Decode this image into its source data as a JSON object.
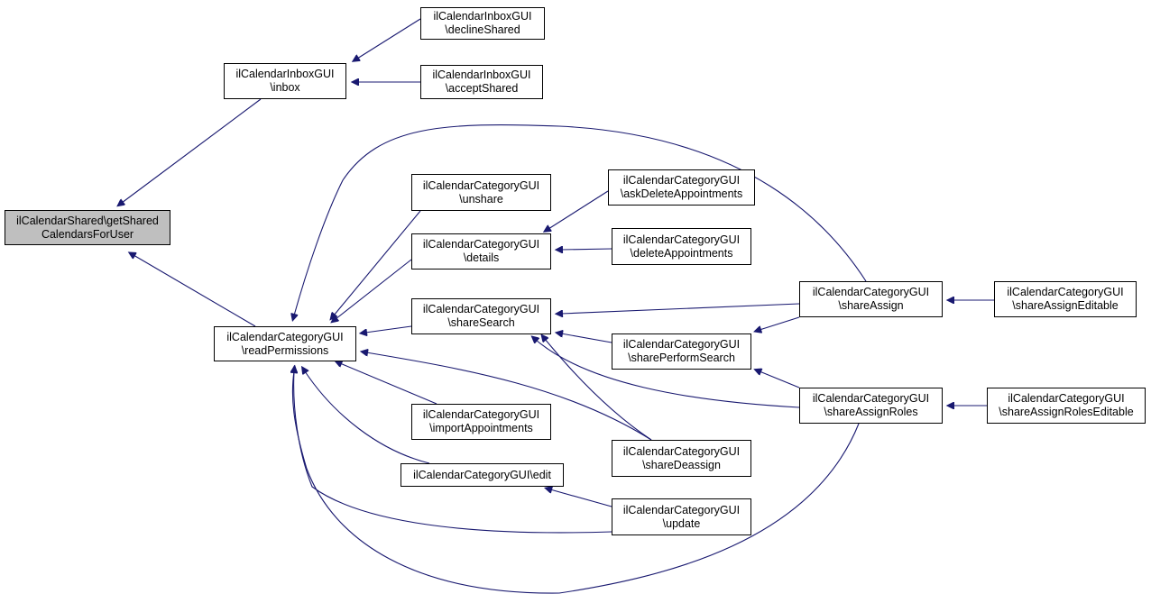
{
  "colors": {
    "edge": "#191970",
    "root_fill": "#bfbfbf",
    "node_fill": "#ffffff",
    "border": "#000000"
  },
  "nodes": {
    "root": {
      "l1": "ilCalendarShared\\getShared",
      "l2": "CalendarsForUser"
    },
    "inbox": {
      "l1": "ilCalendarInboxGUI",
      "l2": "\\inbox"
    },
    "declineShared": {
      "l1": "ilCalendarInboxGUI",
      "l2": "\\declineShared"
    },
    "acceptShared": {
      "l1": "ilCalendarInboxGUI",
      "l2": "\\acceptShared"
    },
    "readPermissions": {
      "l1": "ilCalendarCategoryGUI",
      "l2": "\\readPermissions"
    },
    "unshare": {
      "l1": "ilCalendarCategoryGUI",
      "l2": "\\unshare"
    },
    "details": {
      "l1": "ilCalendarCategoryGUI",
      "l2": "\\details"
    },
    "askDeleteAppointments": {
      "l1": "ilCalendarCategoryGUI",
      "l2": "\\askDeleteAppointments"
    },
    "deleteAppointments": {
      "l1": "ilCalendarCategoryGUI",
      "l2": "\\deleteAppointments"
    },
    "shareSearch": {
      "l1": "ilCalendarCategoryGUI",
      "l2": "\\shareSearch"
    },
    "sharePerformSearch": {
      "l1": "ilCalendarCategoryGUI",
      "l2": "\\sharePerformSearch"
    },
    "shareAssign": {
      "l1": "ilCalendarCategoryGUI",
      "l2": "\\shareAssign"
    },
    "shareAssignEditable": {
      "l1": "ilCalendarCategoryGUI",
      "l2": "\\shareAssignEditable"
    },
    "shareAssignRoles": {
      "l1": "ilCalendarCategoryGUI",
      "l2": "\\shareAssignRoles"
    },
    "shareAssignRolesEditable": {
      "l1": "ilCalendarCategoryGUI",
      "l2": "\\shareAssignRolesEditable"
    },
    "importAppointments": {
      "l1": "ilCalendarCategoryGUI",
      "l2": "\\importAppointments"
    },
    "shareDeassign": {
      "l1": "ilCalendarCategoryGUI",
      "l2": "\\shareDeassign"
    },
    "edit": {
      "l1": "ilCalendarCategoryGUI\\edit"
    },
    "update": {
      "l1": "ilCalendarCategoryGUI",
      "l2": "\\update"
    }
  },
  "edges": [
    {
      "from": "inbox",
      "to": "root"
    },
    {
      "from": "readPermissions",
      "to": "root"
    },
    {
      "from": "declineShared",
      "to": "inbox"
    },
    {
      "from": "acceptShared",
      "to": "inbox"
    },
    {
      "from": "unshare",
      "to": "readPermissions"
    },
    {
      "from": "details",
      "to": "readPermissions"
    },
    {
      "from": "shareSearch",
      "to": "readPermissions"
    },
    {
      "from": "importAppointments",
      "to": "readPermissions"
    },
    {
      "from": "edit",
      "to": "readPermissions"
    },
    {
      "from": "update",
      "to": "readPermissions"
    },
    {
      "from": "shareAssign",
      "to": "readPermissions"
    },
    {
      "from": "shareDeassign",
      "to": "readPermissions"
    },
    {
      "from": "shareAssignRoles",
      "to": "readPermissions"
    },
    {
      "from": "askDeleteAppointments",
      "to": "details"
    },
    {
      "from": "deleteAppointments",
      "to": "details"
    },
    {
      "from": "shareAssign",
      "to": "shareSearch"
    },
    {
      "from": "sharePerformSearch",
      "to": "shareSearch"
    },
    {
      "from": "shareDeassign",
      "to": "shareSearch"
    },
    {
      "from": "shareAssignRoles",
      "to": "shareSearch"
    },
    {
      "from": "shareAssign",
      "to": "sharePerformSearch"
    },
    {
      "from": "shareAssignRoles",
      "to": "sharePerformSearch"
    },
    {
      "from": "shareAssignEditable",
      "to": "shareAssign"
    },
    {
      "from": "shareAssignRolesEditable",
      "to": "shareAssignRoles"
    },
    {
      "from": "update",
      "to": "edit"
    }
  ]
}
